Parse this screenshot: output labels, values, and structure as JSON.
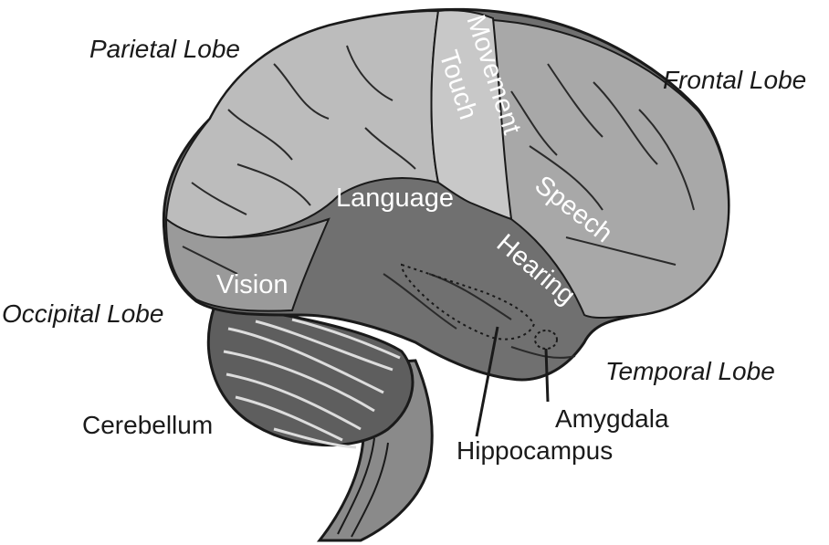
{
  "lobes": {
    "parietal": "Parietal Lobe",
    "frontal": "Frontal Lobe",
    "occipital": "Occipital Lobe",
    "temporal": "Temporal Lobe"
  },
  "structures": {
    "cerebellum": "Cerebellum",
    "amygdala": "Amygdala",
    "hippocampus": "Hippocampus"
  },
  "functions": {
    "movement": "Movement",
    "touch": "Touch",
    "language": "Language",
    "speech": "Speech",
    "hearing": "Hearing",
    "vision": "Vision"
  },
  "colors": {
    "outline": "#1a1a1a",
    "light_gray": "#bcbcbc",
    "strip_gray": "#c8c8c8",
    "mid_gray": "#9a9a9a",
    "dark_gray": "#707070",
    "cerebellum_gray": "#5e5e5e"
  }
}
